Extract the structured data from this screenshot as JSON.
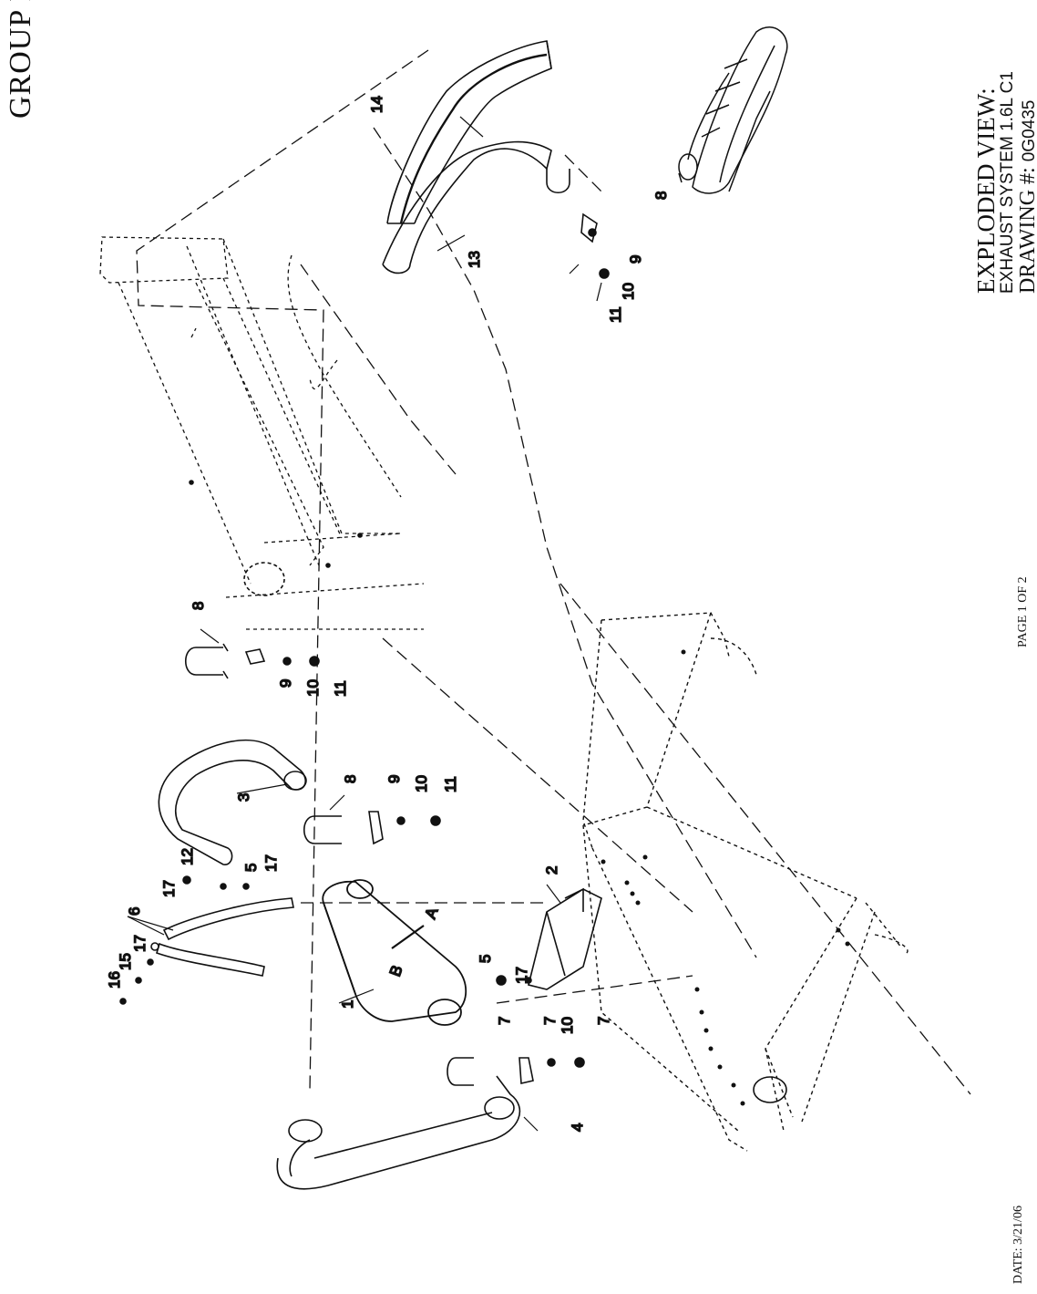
{
  "header": {
    "group_title": "GROUP F"
  },
  "title_block": {
    "view_prefix": "EXPLODED VIEW:",
    "system_name": "EXHAUST SYSTEM 1.6L C1",
    "drawing_label": "DRAWING #:",
    "drawing_number": "0G0435"
  },
  "footer": {
    "page_label": "PAGE 1 OF 2",
    "date_label": "DATE: 3/21/06"
  },
  "callouts": [
    {
      "id": "c1",
      "text": "1"
    },
    {
      "id": "c2",
      "text": "2"
    },
    {
      "id": "c3",
      "text": "3"
    },
    {
      "id": "c4",
      "text": "4"
    },
    {
      "id": "c5a",
      "text": "5"
    },
    {
      "id": "c5b",
      "text": "5"
    },
    {
      "id": "c6",
      "text": "6"
    },
    {
      "id": "c7a",
      "text": "7"
    },
    {
      "id": "c7b",
      "text": "7"
    },
    {
      "id": "c7c",
      "text": "7"
    },
    {
      "id": "c8a",
      "text": "8"
    },
    {
      "id": "c8b",
      "text": "8"
    },
    {
      "id": "c8c",
      "text": "8"
    },
    {
      "id": "c9a",
      "text": "9"
    },
    {
      "id": "c9b",
      "text": "9"
    },
    {
      "id": "c9c",
      "text": "9"
    },
    {
      "id": "c10a",
      "text": "10"
    },
    {
      "id": "c10b",
      "text": "10"
    },
    {
      "id": "c10c",
      "text": "10"
    },
    {
      "id": "c10d",
      "text": "10"
    },
    {
      "id": "c11a",
      "text": "11"
    },
    {
      "id": "c11b",
      "text": "11"
    },
    {
      "id": "c11c",
      "text": "11"
    },
    {
      "id": "c12",
      "text": "12"
    },
    {
      "id": "c13",
      "text": "13"
    },
    {
      "id": "c14",
      "text": "14"
    },
    {
      "id": "c15",
      "text": "15"
    },
    {
      "id": "c16",
      "text": "16"
    },
    {
      "id": "c17a",
      "text": "17"
    },
    {
      "id": "c17b",
      "text": "17"
    },
    {
      "id": "c17c",
      "text": "17"
    },
    {
      "id": "c17d",
      "text": "17"
    }
  ],
  "muffler_marks": {
    "inlet": "A",
    "outlet": "B"
  }
}
